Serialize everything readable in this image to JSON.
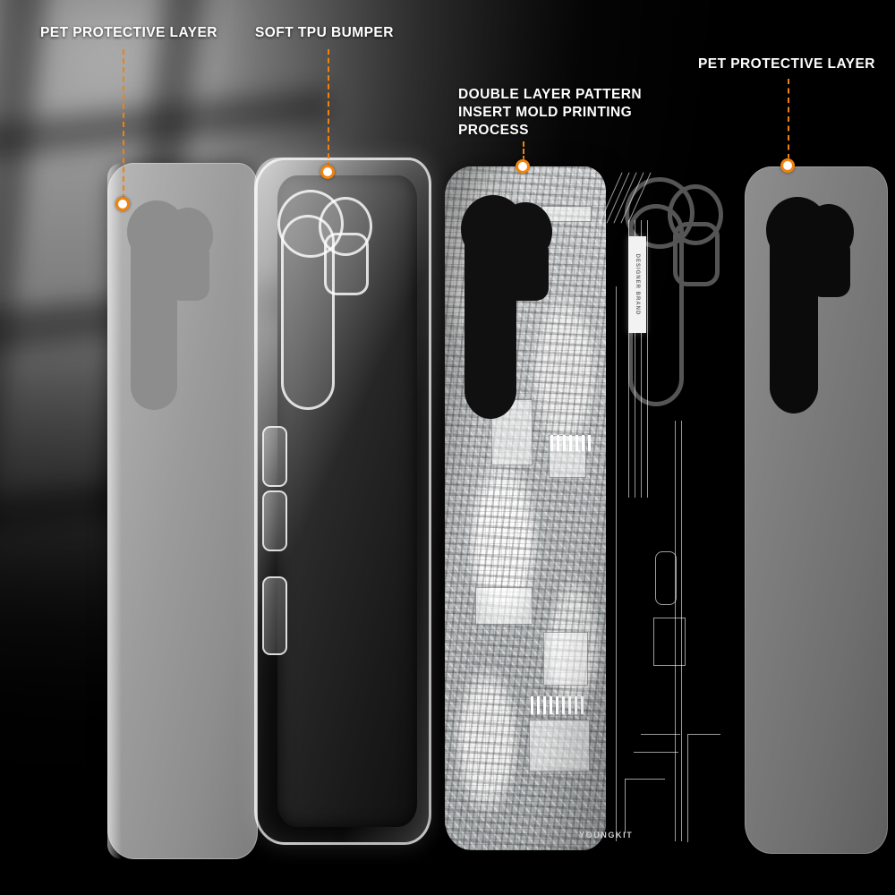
{
  "scene": {
    "background_color": "#000000",
    "accent_color": "#F2820B",
    "label_color": "#FFFFFF"
  },
  "callouts": [
    {
      "id": "pet-left",
      "text": "PET PROTECTIVE LAYER",
      "marker": "callout-dot",
      "leader": "dashed-leader-line"
    },
    {
      "id": "tpu",
      "text": "SOFT TPU BUMPER",
      "marker": "callout-dot",
      "leader": "dashed-leader-line"
    },
    {
      "id": "pattern",
      "text": "DOUBLE LAYER PATTERN\nINSERT MOLD PRINTING\nPROCESS",
      "marker": "callout-dot",
      "leader": "dashed-leader-line"
    },
    {
      "id": "pet-right",
      "text": "PET PROTECTIVE LAYER",
      "marker": "callout-dot",
      "leader": "dashed-leader-line"
    }
  ],
  "layers": [
    {
      "id": "layer-1",
      "name": "PET protective film (outer)",
      "material": "translucent grey PET"
    },
    {
      "id": "layer-2",
      "name": "Soft TPU bumper",
      "material": "clear TPU"
    },
    {
      "id": "layer-3",
      "name": "Printed pattern shell",
      "material": "circuit-board print"
    },
    {
      "id": "layer-4",
      "name": "Dark circuit frame",
      "material": "dark frame with traces"
    },
    {
      "id": "layer-5",
      "name": "PET protective film (inner)",
      "material": "translucent grey PET"
    }
  ],
  "branding": {
    "shell_brand": "YOUNGKIT",
    "side_sticker": "DESIGNER BRAND"
  }
}
